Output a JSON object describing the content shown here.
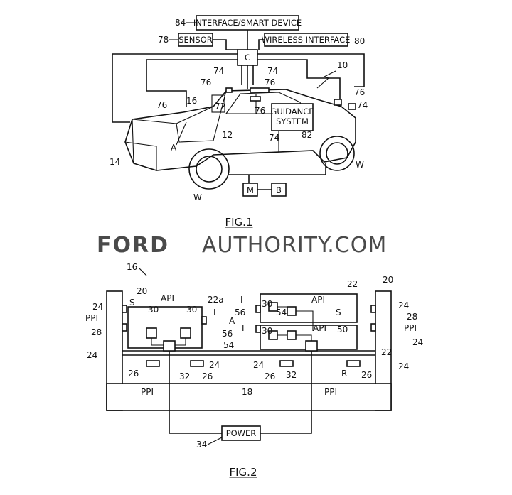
{
  "fig1": {
    "caption": "FIG.1",
    "boxes": {
      "interface": "INTERFACE/SMART DEVICE",
      "sensor": "SENSOR",
      "wireless": "WIRELESS INTERFACE",
      "controller": "C",
      "guidance_line1": "GUIDANCE",
      "guidance_line2": "SYSTEM",
      "motor": "M",
      "battery": "B"
    },
    "refs": {
      "r84": "84",
      "r78": "78",
      "r80": "80",
      "r10": "10",
      "r74a": "74",
      "r74b": "74",
      "r74c": "74",
      "r74d": "74",
      "r76a": "76",
      "r76b": "76",
      "r76c": "76",
      "r76d": "76",
      "r76e": "76",
      "r72": "72",
      "r16": "16",
      "r12": "12",
      "r14": "14",
      "r82": "82",
      "rA": "A",
      "rW1": "W",
      "rW2": "W"
    }
  },
  "watermark": {
    "bold": "FORD",
    "regular": "AUTHORITY.COM"
  },
  "fig2": {
    "caption": "FIG.2",
    "power": "POWER",
    "refs": {
      "r16": "16",
      "r20a": "20",
      "r20b": "20",
      "r22": "22",
      "r22a": "22a",
      "r24a": "24",
      "r24b": "24",
      "r24c": "24",
      "r24d": "24",
      "r24e": "24",
      "r24f": "24",
      "r24g": "24",
      "rS1": "S",
      "rS2": "S",
      "rPPI1": "PPI",
      "rPPI2": "PPI",
      "rPPI3": "PPI",
      "rPPI4": "PPI",
      "r28a": "28",
      "r28b": "28",
      "rAPI1": "API",
      "rAPI2": "API",
      "rAPI3": "API",
      "r30a": "30",
      "r30b": "30",
      "r30c": "30",
      "r30d": "30",
      "rI1": "I",
      "rI2": "I",
      "rI3": "I",
      "rA": "A",
      "r56a": "56",
      "r56b": "56",
      "r54a": "54",
      "r54b": "54",
      "r50": "50",
      "r22b": "22",
      "r26a": "26",
      "r26b": "26",
      "r26c": "26",
      "r26d": "26",
      "r32a": "32",
      "r32b": "32",
      "rR": "R",
      "r18": "18",
      "r34": "34"
    }
  }
}
